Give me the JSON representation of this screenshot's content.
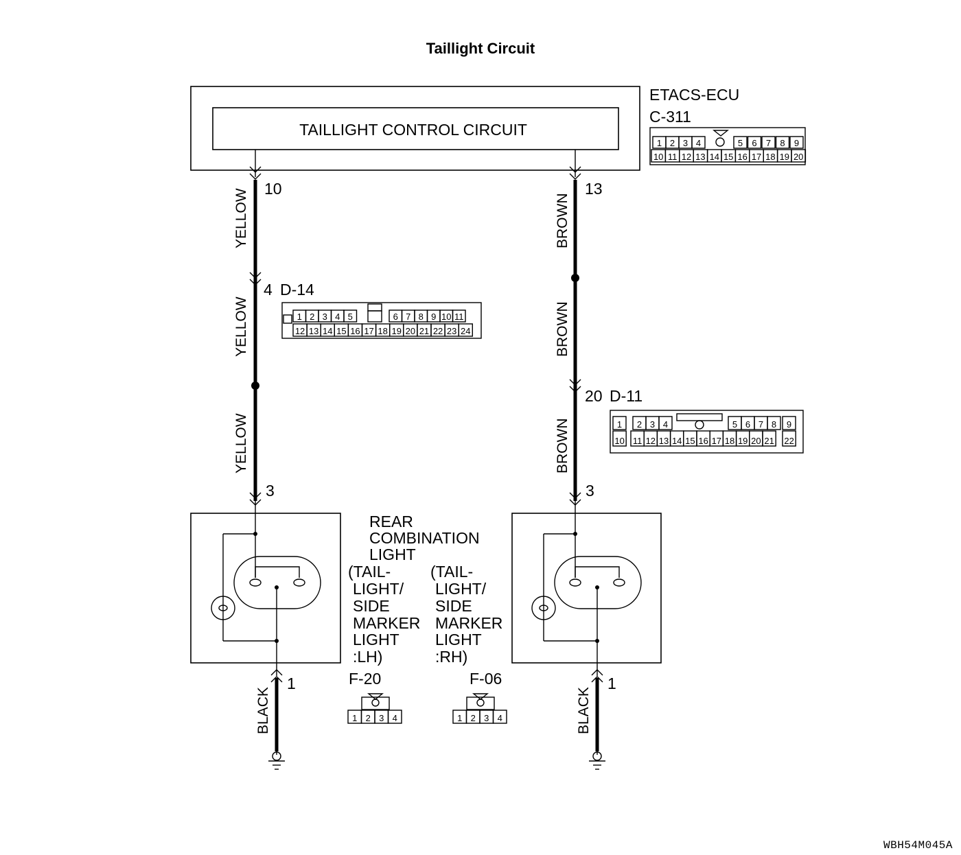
{
  "title": "Taillight Circuit",
  "figure_code": "WBH54M045A",
  "ecu": {
    "name": "ETACS-ECU",
    "connector": "C-311",
    "inner_block": "TAILLIGHT CONTROL CIRCUIT",
    "connector_pins_top": [
      "1",
      "2",
      "3",
      "4",
      "5",
      "6",
      "7",
      "8",
      "9"
    ],
    "connector_pins_bottom": [
      "10",
      "11",
      "12",
      "13",
      "14",
      "15",
      "16",
      "17",
      "18",
      "19",
      "20"
    ]
  },
  "left_circuit": {
    "ecu_pin": "10",
    "wire_color_1": "YELLOW",
    "junction_pin": "4",
    "junction_connector": "D-14",
    "wire_color_2": "YELLOW",
    "wire_color_3": "YELLOW",
    "lamp_pin": "3",
    "ground_pin": "1",
    "ground_wire_color": "BLACK"
  },
  "right_circuit": {
    "ecu_pin": "13",
    "wire_color_1": "BROWN",
    "wire_color_2": "BROWN",
    "junction_pin": "20",
    "junction_connector": "D-11",
    "wire_color_3": "BROWN",
    "lamp_pin": "3",
    "ground_pin": "1",
    "ground_wire_color": "BLACK"
  },
  "d14_connector": {
    "pins_top": [
      "1",
      "2",
      "3",
      "4",
      "5",
      "6",
      "7",
      "8",
      "9",
      "10",
      "11"
    ],
    "pins_bottom": [
      "12",
      "13",
      "14",
      "15",
      "16",
      "17",
      "18",
      "19",
      "20",
      "21",
      "22",
      "23",
      "24"
    ]
  },
  "d11_connector": {
    "pins_top": [
      "1",
      "2",
      "3",
      "4",
      "5",
      "6",
      "7",
      "8",
      "9"
    ],
    "pins_bottom": [
      "10",
      "11",
      "12",
      "13",
      "14",
      "15",
      "16",
      "17",
      "18",
      "19",
      "20",
      "21",
      "22"
    ]
  },
  "lamp_label": {
    "lines": [
      "REAR",
      "COMBINATION",
      "LIGHT"
    ],
    "lh_lines": [
      "(TAIL-",
      "LIGHT/",
      "SIDE",
      "MARKER",
      "LIGHT",
      ":LH)"
    ],
    "rh_lines": [
      "(TAIL-",
      "LIGHT/",
      "SIDE",
      "MARKER",
      "LIGHT",
      ":RH)"
    ]
  },
  "lamp_connectors": {
    "lh_name": "F-20",
    "rh_name": "F-06",
    "pins": [
      "1",
      "2",
      "3",
      "4"
    ]
  }
}
